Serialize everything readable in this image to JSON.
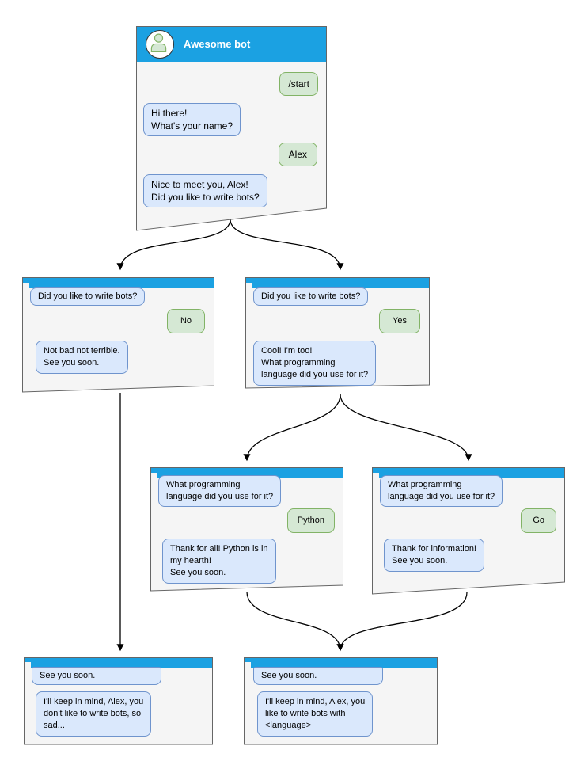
{
  "colors": {
    "header_blue": "#1ba1e2",
    "window_body": "#f5f5f5",
    "window_border": "#666666",
    "bot_bubble_fill": "#dae8fc",
    "bot_bubble_stroke": "#6f94cd",
    "user_bubble_fill": "#d5e8d4",
    "user_bubble_stroke": "#82b366",
    "arrow": "#000000"
  },
  "main_window": {
    "title": "Awesome bot",
    "avatar_icon": "person-icon",
    "messages": {
      "start": "/start",
      "greeting": "Hi there!\nWhat's your name?",
      "name": "Alex",
      "nice": "Nice to meet you, Alex!\nDid you like to write bots?"
    }
  },
  "branch_no": {
    "question": "Did you like to write bots?",
    "answer": "No",
    "reply": "Not bad not terrible.\nSee you soon."
  },
  "branch_yes": {
    "question": "Did you like to write bots?",
    "answer": "Yes",
    "reply": "Cool! I'm too!\nWhat programming\nlanguage did you use for it?"
  },
  "branch_python": {
    "question": "What programming\nlanguage did you use for it?",
    "answer": "Python",
    "reply": "Thank for all! Python is in\nmy hearth!\nSee you soon."
  },
  "branch_go": {
    "question": "What programming\nlanguage did you use for it?",
    "answer": "Go",
    "reply": "Thank for information!\nSee you soon."
  },
  "end_no": {
    "question": "See you soon.",
    "reply": "I'll keep in mind, Alex, you\ndon't like to write bots, so\nsad..."
  },
  "end_yes": {
    "question": "See you soon.",
    "reply": "I'll keep in mind, Alex, you\nlike to write bots with\n<language>"
  }
}
